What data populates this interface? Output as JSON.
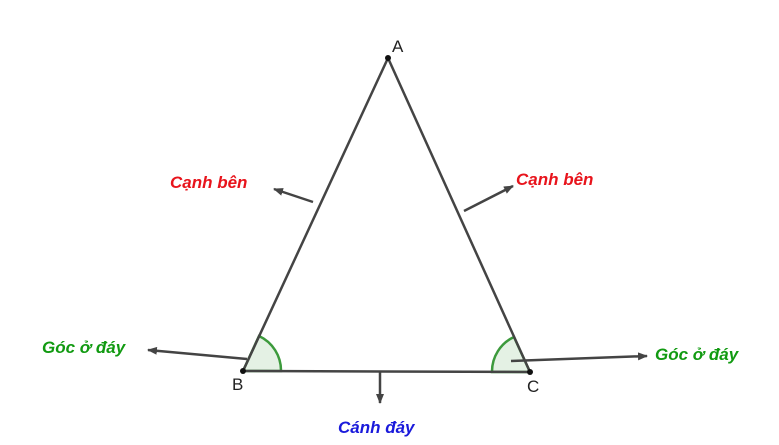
{
  "vertices": {
    "A": "A",
    "B": "B",
    "C": "C"
  },
  "labels": {
    "side_left": "Cạnh bên",
    "side_right": "Cạnh bên",
    "angle_left": "Góc ở đáy",
    "angle_right": "Góc ở đáy",
    "base": "Cánh đáy"
  },
  "colors": {
    "side": "#e8141c",
    "angle": "#119a11",
    "base": "#1a1adb",
    "line": "#444444",
    "angle_fill": "#e4f1e4",
    "angle_stroke": "#3c9a3c"
  }
}
